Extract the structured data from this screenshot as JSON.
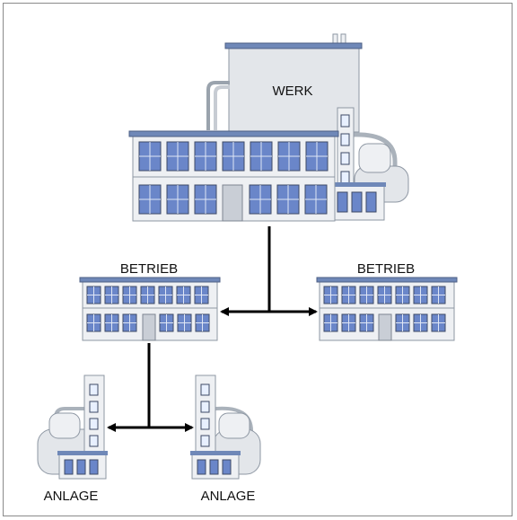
{
  "diagram": {
    "werk_label": "WERK",
    "betrieb_left_label": "BETRIEB",
    "betrieb_right_label": "BETRIEB",
    "anlage_left_label": "ANLAGE",
    "anlage_right_label": "ANLAGE"
  },
  "colors": {
    "wall": "#eef0f3",
    "wall_edge": "#8e97a3",
    "roof": "#6f88b8",
    "window": "#6a86c9",
    "window_frame": "#3e4a66",
    "door": "#c9ced6",
    "connector": "#000000"
  }
}
